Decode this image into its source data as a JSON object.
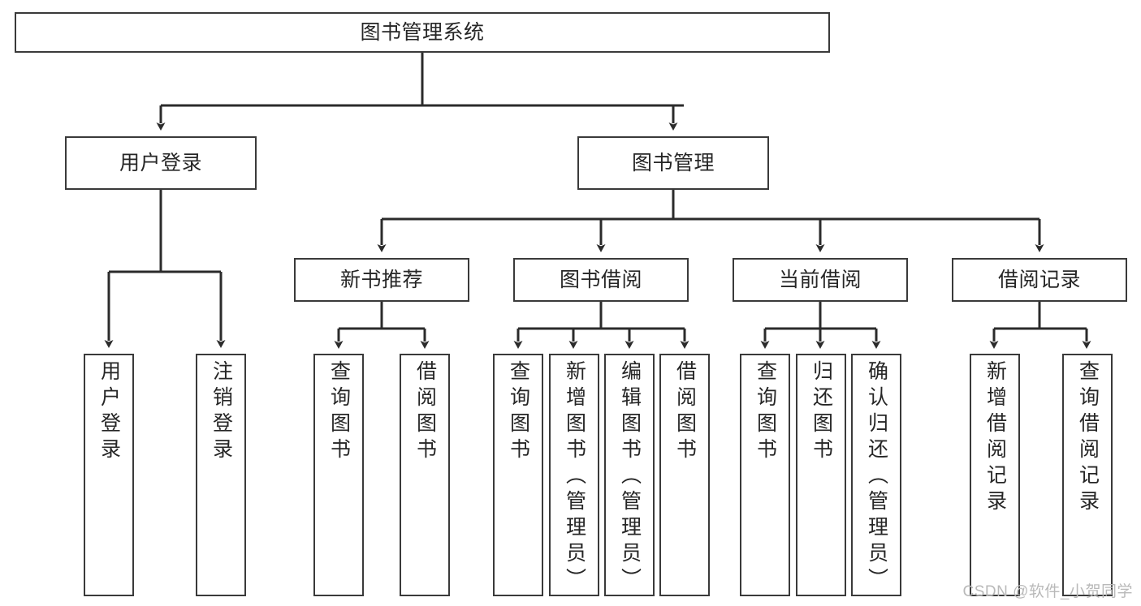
{
  "diagram": {
    "type": "tree",
    "title": "图书管理系统",
    "watermark": "CSDN @软件_小贺同学",
    "colors": {
      "box_border": "#3a3a3a",
      "box_fill": "#ffffff",
      "edge": "#2b2b2b",
      "text": "#262626",
      "watermark": "#b9b9b9",
      "background": "#ffffff"
    },
    "nodes": {
      "root": {
        "label": "图书管理系统",
        "level": 1,
        "orientation": "horizontal"
      },
      "level2": [
        {
          "id": "user-login",
          "label": "用户登录",
          "orientation": "horizontal"
        },
        {
          "id": "book-management",
          "label": "图书管理",
          "orientation": "horizontal"
        }
      ],
      "level3": [
        {
          "id": "new-book-recommend",
          "label": "新书推荐",
          "parent": "book-management",
          "orientation": "horizontal"
        },
        {
          "id": "book-borrow",
          "label": "图书借阅",
          "parent": "book-management",
          "orientation": "horizontal"
        },
        {
          "id": "current-borrow",
          "label": "当前借阅",
          "parent": "book-management",
          "orientation": "horizontal"
        },
        {
          "id": "borrow-record",
          "label": "借阅记录",
          "parent": "book-management",
          "orientation": "horizontal"
        }
      ],
      "leaves": [
        {
          "id": "leaf-user-login",
          "label": "用户登录",
          "parent": "user-login",
          "orientation": "vertical"
        },
        {
          "id": "leaf-logout-login",
          "label": "注销登录",
          "parent": "user-login",
          "orientation": "vertical"
        },
        {
          "id": "leaf-query-book-1",
          "label": "查询图书",
          "parent": "new-book-recommend",
          "orientation": "vertical"
        },
        {
          "id": "leaf-borrow-book-1",
          "label": "借阅图书",
          "parent": "new-book-recommend",
          "orientation": "vertical"
        },
        {
          "id": "leaf-query-book-2",
          "label": "查询图书",
          "parent": "book-borrow",
          "orientation": "vertical"
        },
        {
          "id": "leaf-add-book",
          "label": "新增图书（管理员）",
          "parent": "book-borrow",
          "orientation": "vertical"
        },
        {
          "id": "leaf-edit-book",
          "label": "编辑图书（管理员）",
          "parent": "book-borrow",
          "orientation": "vertical"
        },
        {
          "id": "leaf-borrow-book-2",
          "label": "借阅图书",
          "parent": "book-borrow",
          "orientation": "vertical"
        },
        {
          "id": "leaf-query-book-3",
          "label": "查询图书",
          "parent": "current-borrow",
          "orientation": "vertical"
        },
        {
          "id": "leaf-return-book",
          "label": "归还图书",
          "parent": "current-borrow",
          "orientation": "vertical"
        },
        {
          "id": "leaf-confirm-return",
          "label": "确认归还（管理员）",
          "parent": "current-borrow",
          "orientation": "vertical"
        },
        {
          "id": "leaf-add-record",
          "label": "新增借阅记录",
          "parent": "borrow-record",
          "orientation": "vertical"
        },
        {
          "id": "leaf-query-record",
          "label": "查询借阅记录",
          "parent": "borrow-record",
          "orientation": "vertical"
        }
      ]
    }
  }
}
